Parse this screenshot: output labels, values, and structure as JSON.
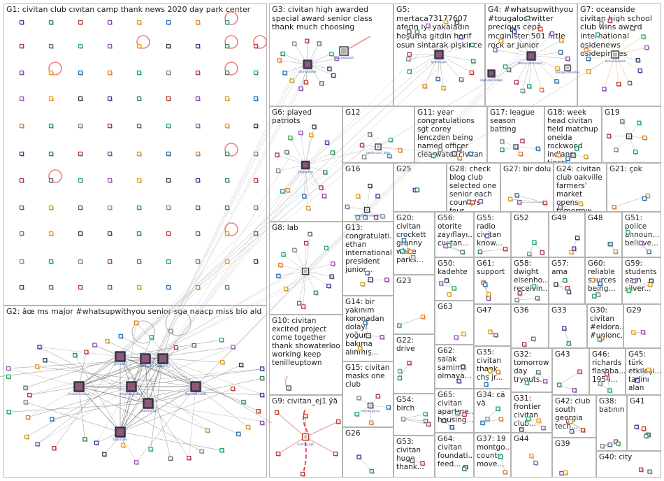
{
  "groups": [
    {
      "id": "G1",
      "label": "G1: civitan club cıvıtan camp thank news 2020 day park center"
    },
    {
      "id": "G2",
      "label": "G2: âœ ms major #whatsupwithyou senior sga naacp miss bio ald"
    },
    {
      "id": "G3",
      "label": "G3: civitan high awarded special award senior class thank much choosing"
    },
    {
      "id": "G4",
      "label": "G4: #whatsupwithyou #tougalootwitter precious cepâ mcginister 501 little rock ar junior"
    },
    {
      "id": "G5",
      "label": "G5: mertaca73177607 aferin iyi yakaladın hoşuma gitdin herif osun sintarak pişkince"
    },
    {
      "id": "G6",
      "label": "G6: played patriots"
    },
    {
      "id": "G7",
      "label": "G7: oceanside civitan high school club wins award international osidenews osidepirates"
    },
    {
      "id": "G8",
      "label": "G8: lab"
    },
    {
      "id": "G9",
      "label": "G9: civitan_ej1 ÿã"
    },
    {
      "id": "G10",
      "label": "G10: civitan excited project come together thank showaterloo working keep tenilleuptown"
    },
    {
      "id": "G11",
      "label": "G11: year congratulations sgt corey lenczden being named officer clearwater civitan"
    },
    {
      "id": "G12",
      "label": "G12"
    },
    {
      "id": "G13",
      "label": "G13: congratulati... ethan international president junior..."
    },
    {
      "id": "G14",
      "label": "G14: bir yakınım koronadan dolayı yoğun bakıma alınmış..."
    },
    {
      "id": "G15",
      "label": "G15: civitan masks one club"
    },
    {
      "id": "G16",
      "label": "G16"
    },
    {
      "id": "G17",
      "label": "G17: league season batting"
    },
    {
      "id": "G18",
      "label": "G18: week head civitan field matchup oneida rockwood indians tigers..."
    },
    {
      "id": "G19",
      "label": "G19"
    },
    {
      "id": "G20",
      "label": "G20: civitan crockett granny white parks..."
    },
    {
      "id": "G21",
      "label": "G21: çok"
    },
    {
      "id": "G22",
      "label": "G22: drive"
    },
    {
      "id": "G23",
      "label": "G23"
    },
    {
      "id": "G24",
      "label": "G24: civitan club oakville farmers' market opens tomorrow 00..."
    },
    {
      "id": "G25",
      "label": "G25"
    },
    {
      "id": "G26",
      "label": "G26"
    },
    {
      "id": "G27",
      "label": "G27: bir dolu"
    },
    {
      "id": "G28",
      "label": "G28: check blog club selected one senior each county's four..."
    },
    {
      "id": "G29",
      "label": "G29"
    },
    {
      "id": "G30",
      "label": "G30: civitan #eldora... #unionc..."
    },
    {
      "id": "G31",
      "label": "G31: frontier civitan club..."
    },
    {
      "id": "G32",
      "label": "G32: tomorrow day tryouts..."
    },
    {
      "id": "G33",
      "label": "G33"
    },
    {
      "id": "G34",
      "label": "G34: cä vä"
    },
    {
      "id": "G35",
      "label": "G35: civitan thank chs jr..."
    },
    {
      "id": "G36",
      "label": "G36"
    },
    {
      "id": "G37",
      "label": "G37: 19 montgo... county move..."
    },
    {
      "id": "G38",
      "label": "G38: batının"
    },
    {
      "id": "G39",
      "label": "G39"
    },
    {
      "id": "G40",
      "label": "G40: city"
    },
    {
      "id": "G41",
      "label": "G41"
    },
    {
      "id": "G42",
      "label": "G42: club south georgia tech..."
    },
    {
      "id": "G43",
      "label": "G43"
    },
    {
      "id": "G44",
      "label": "G44"
    },
    {
      "id": "G45",
      "label": "G45: türk etkileşi... tadını alan ve..."
    },
    {
      "id": "G46",
      "label": "G46: richards flashba... 1954..."
    },
    {
      "id": "G47",
      "label": "G47"
    },
    {
      "id": "G48",
      "label": "G48"
    },
    {
      "id": "G49",
      "label": "G49"
    },
    {
      "id": "G50",
      "label": "G50: kadehte"
    },
    {
      "id": "G51",
      "label": "G51: police announ... believe..."
    },
    {
      "id": "G52",
      "label": "G52"
    },
    {
      "id": "G53",
      "label": "G53: civitan huge thank..."
    },
    {
      "id": "G54",
      "label": "G54: birch"
    },
    {
      "id": "G55",
      "label": "G55: radio civitan know..."
    },
    {
      "id": "G56",
      "label": "G56: otorite zayıflayı... cıvıtan..."
    },
    {
      "id": "G57",
      "label": "G57: ama"
    },
    {
      "id": "G58",
      "label": "G58: dwight eisenho... receivin..."
    },
    {
      "id": "G59",
      "label": "G59: students earn silver..."
    },
    {
      "id": "G60",
      "label": "G60: reliable sources being..."
    },
    {
      "id": "G61",
      "label": "G61: support"
    },
    {
      "id": "G62",
      "label": "G62: salak samimi olmaya..."
    },
    {
      "id": "G63",
      "label": "G63"
    },
    {
      "id": "G64",
      "label": "G64: civitan foundati... feed..."
    },
    {
      "id": "G65",
      "label": "G65: civitan apartme... housing..."
    }
  ],
  "node_labels": {
    "G2": [
      "_fashionnnova_",
      "_prince11",
      "_nolajay10",
      "yaramily_",
      "itsjustalexiafr",
      "misslougiebell",
      "_jeanmarie_",
      "tapurphe"
    ],
    "G3": [
      "dustysquash",
      "domonkelle",
      "muhammed_2"
    ],
    "G4": [
      "thelovedreamer_",
      "hungersmontes"
    ],
    "G5": [
      "gracejcpe",
      "diglnskylindge"
    ],
    "G6": [
      "lillepatine"
    ],
    "G7": [
      "oceansideoil"
    ],
    "G9": [
      "civitan_ej1"
    ],
    "G12": [
      "jaymcconi_slim"
    ],
    "G16": [
      "eindertunateenl"
    ],
    "G15": [
      "moderators"
    ]
  }
}
